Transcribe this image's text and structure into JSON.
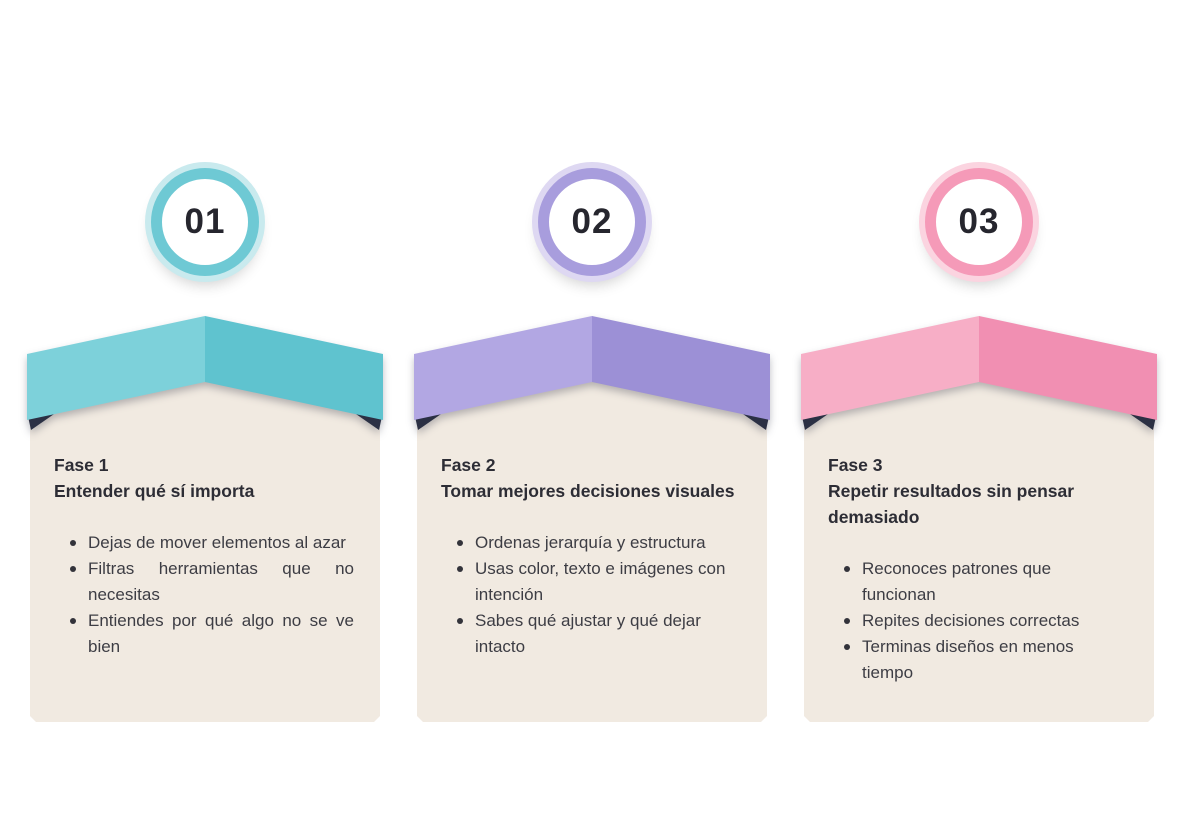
{
  "card_bg": "#f1eae1",
  "phases": [
    {
      "number": "01",
      "label": "Fase 1",
      "title": "Entender qué sí importa",
      "bullets": [
        "Dejas de mover elementos al azar",
        "Filtras herramientas que no necesitas",
        "Entiendes por qué algo no se ve bien"
      ],
      "colors": {
        "ring": "#6ec9d4",
        "ring_halo": "#c9eaee",
        "band_left": "#7dd1da",
        "band_right": "#5fc3cf",
        "fold": "#2b3044"
      }
    },
    {
      "number": "02",
      "label": "Fase 2",
      "title": "Tomar mejores decisiones visuales",
      "bullets": [
        "Ordenas jerarquía y estructura",
        "Usas color, texto e imágenes con intención",
        "Sabes qué ajustar y qué dejar intacto"
      ],
      "colors": {
        "ring": "#a89ddd",
        "ring_halo": "#ded8f2",
        "band_left": "#b2a7e3",
        "band_right": "#9c90d6",
        "fold": "#2b3044"
      }
    },
    {
      "number": "03",
      "label": "Fase 3",
      "title": "Repetir resultados sin pensar demasiado",
      "bullets": [
        "Reconoces patrones que funcionan",
        "Repites decisiones correctas",
        "Terminas diseños en menos tiempo"
      ],
      "colors": {
        "ring": "#f59ab8",
        "ring_halo": "#fbd4e0",
        "band_left": "#f7aec6",
        "band_right": "#f18fb2",
        "fold": "#2b3044"
      }
    }
  ]
}
